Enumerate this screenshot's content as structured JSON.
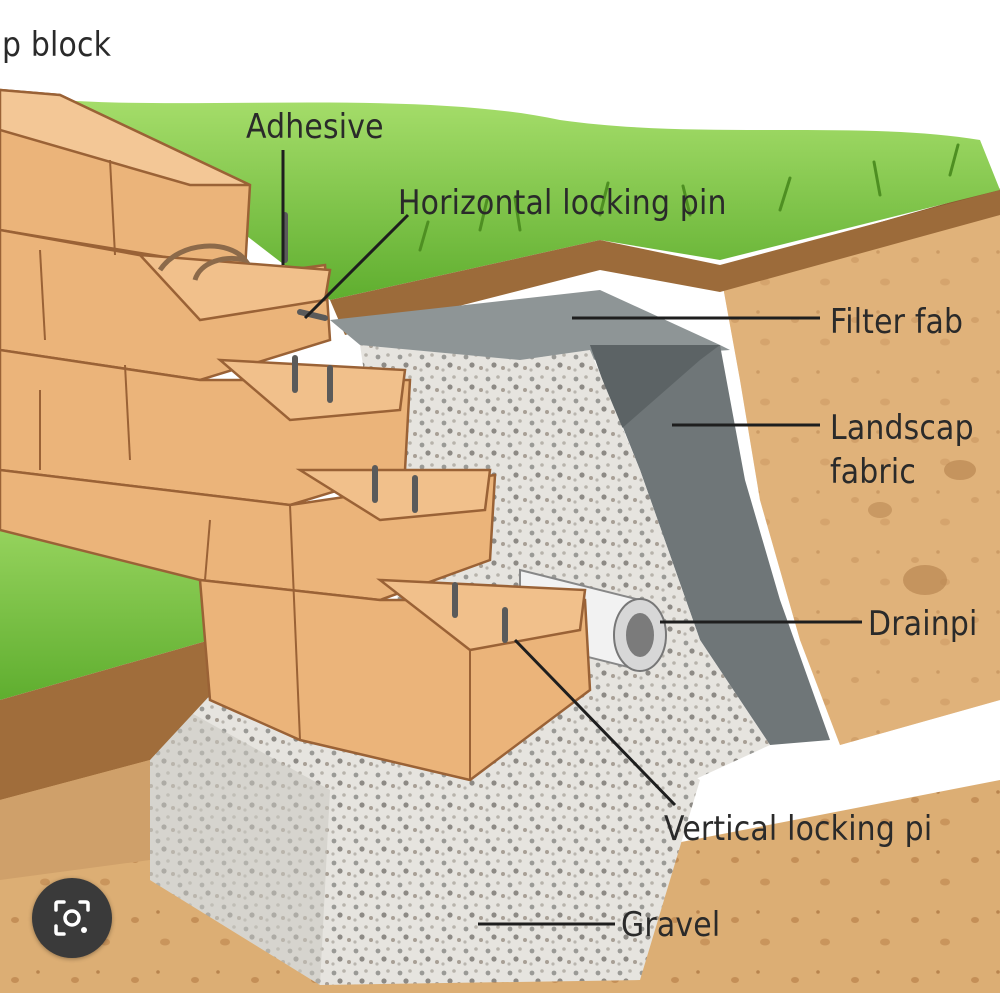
{
  "diagram": {
    "labels": {
      "cap_block": "p block",
      "adhesive": "Adhesive",
      "horizontal_pin": "Horizontal locking pin",
      "filter_fabric": "Filter fab",
      "landscape_fabric_line1": "Landscap",
      "landscape_fabric_line2": "fabric",
      "drainpipe": "Drainpi",
      "vertical_pin": "Vertical locking pi",
      "gravel": "Gravel"
    }
  },
  "overlay": {
    "lens_button": "camera-lens-icon"
  },
  "colors": {
    "grass": "#6fbf3a",
    "block": "#e9b27a",
    "soil": "#d9a66a",
    "gravel": "#d8d8d8",
    "fabric": "#7e8688"
  }
}
